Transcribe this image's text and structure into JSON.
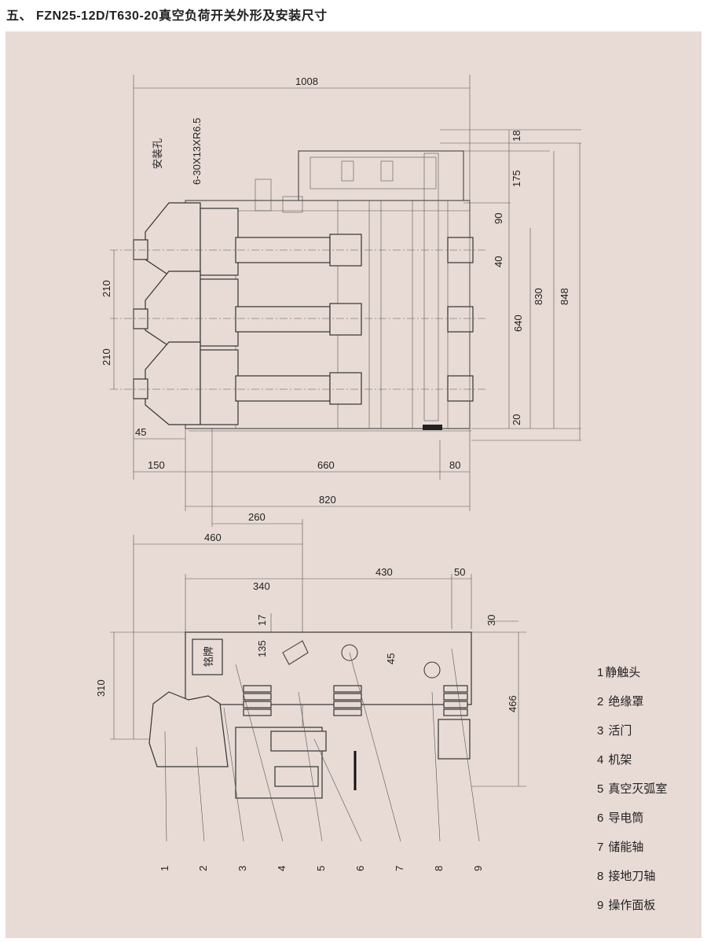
{
  "title": "五、 FZN25-12D/T630-20真空负荷开关外形及安装尺寸",
  "top_view": {
    "mounting_hole_label": "安装孔",
    "mounting_hole_spec": "6-30X13XR6.5",
    "dims": {
      "overall_width": "1008",
      "d18": "18",
      "d175": "175",
      "d90": "90",
      "d40": "40",
      "d830": "830",
      "d848": "848",
      "d640": "640",
      "d20": "20",
      "phase1": "210",
      "phase2": "210",
      "d45": "45",
      "d150": "150",
      "d660": "660",
      "d80": "80",
      "d820": "820"
    }
  },
  "side_view": {
    "nameplate": "铭牌",
    "dims": {
      "d260": "260",
      "d460": "460",
      "d340": "340",
      "d430": "430",
      "d50": "50",
      "d17": "17",
      "d30": "30",
      "d135": "135",
      "d45": "45",
      "d310": "310",
      "d466": "466"
    },
    "callouts": [
      "1",
      "2",
      "3",
      "4",
      "5",
      "6",
      "7",
      "8",
      "9"
    ]
  },
  "legend": [
    {
      "num": "1",
      "label": "静触头"
    },
    {
      "num": "2",
      "label": "绝缘罩"
    },
    {
      "num": "3",
      "label": "活门"
    },
    {
      "num": "4",
      "label": "机架"
    },
    {
      "num": "5",
      "label": "真空灭弧室"
    },
    {
      "num": "6",
      "label": "导电筒"
    },
    {
      "num": "7",
      "label": "储能轴"
    },
    {
      "num": "8",
      "label": "接地刀轴"
    },
    {
      "num": "9",
      "label": "操作面板"
    }
  ]
}
